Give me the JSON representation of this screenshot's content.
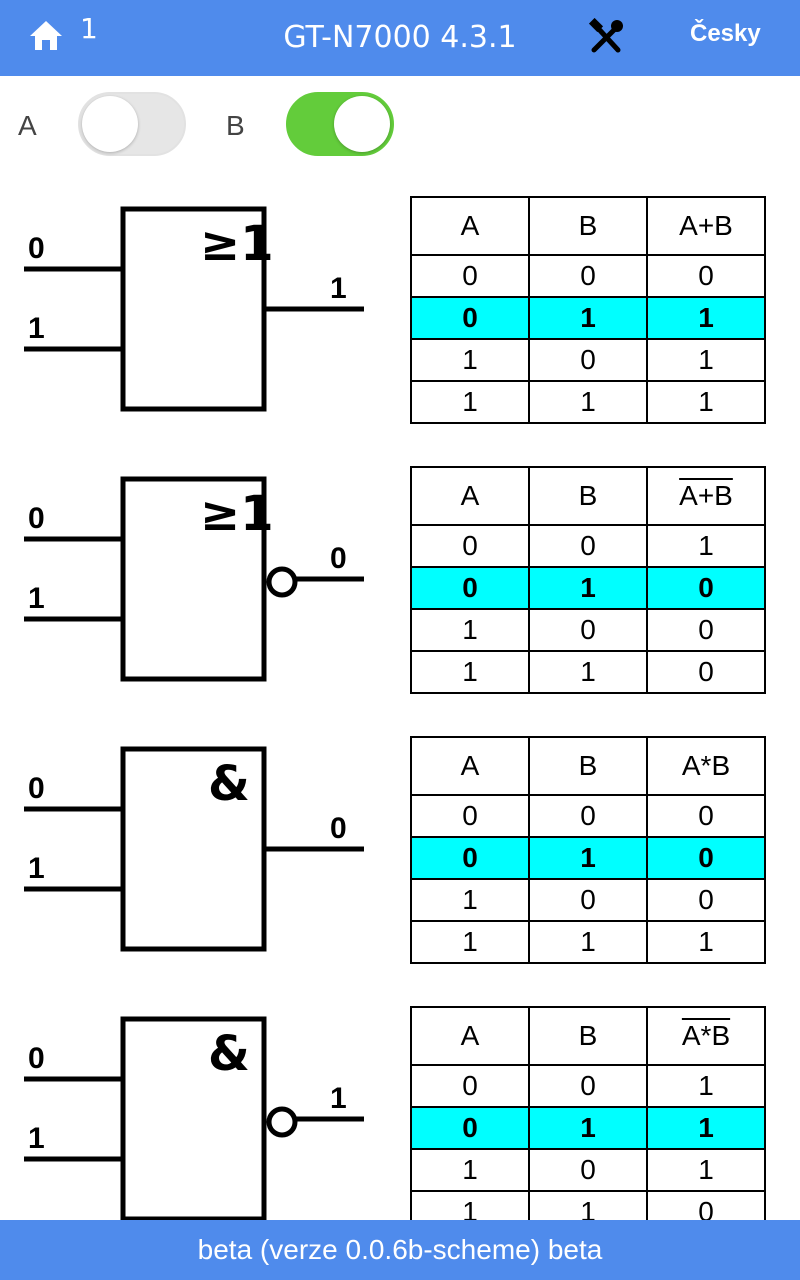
{
  "header": {
    "badge": "1",
    "title": "GT-N7000 4.3.1",
    "language_label": "Česky",
    "home_icon": "home-icon",
    "tools_icon": "tools-icon"
  },
  "toggles": [
    {
      "label": "A",
      "state": "off"
    },
    {
      "label": "B",
      "state": "on"
    }
  ],
  "colors": {
    "header_bg": "#4f8bec",
    "toggle_on": "#63cc3b",
    "highlight_row": "#00ffff"
  },
  "gates": [
    {
      "symbol": "≥1",
      "negated": false,
      "inputs": [
        "0",
        "1"
      ],
      "output": "1",
      "headers": [
        "A",
        "B",
        "A+B"
      ],
      "rows": [
        [
          "0",
          "0",
          "0"
        ],
        [
          "0",
          "1",
          "1"
        ],
        [
          "1",
          "0",
          "1"
        ],
        [
          "1",
          "1",
          "1"
        ]
      ],
      "highlight_row": 1
    },
    {
      "symbol": "≥1",
      "negated": true,
      "inputs": [
        "0",
        "1"
      ],
      "output": "0",
      "headers": [
        "A",
        "B",
        "A+B"
      ],
      "rows": [
        [
          "0",
          "0",
          "1"
        ],
        [
          "0",
          "1",
          "0"
        ],
        [
          "1",
          "0",
          "0"
        ],
        [
          "1",
          "1",
          "0"
        ]
      ],
      "highlight_row": 1
    },
    {
      "symbol": "&",
      "negated": false,
      "inputs": [
        "0",
        "1"
      ],
      "output": "0",
      "headers": [
        "A",
        "B",
        "A*B"
      ],
      "rows": [
        [
          "0",
          "0",
          "0"
        ],
        [
          "0",
          "1",
          "0"
        ],
        [
          "1",
          "0",
          "0"
        ],
        [
          "1",
          "1",
          "1"
        ]
      ],
      "highlight_row": 1
    },
    {
      "symbol": "&",
      "negated": true,
      "inputs": [
        "0",
        "1"
      ],
      "output": "1",
      "headers": [
        "A",
        "B",
        "A*B"
      ],
      "rows": [
        [
          "0",
          "0",
          "1"
        ],
        [
          "0",
          "1",
          "1"
        ],
        [
          "1",
          "0",
          "1"
        ],
        [
          "1",
          "1",
          "0"
        ]
      ],
      "highlight_row": 1
    }
  ],
  "footer": {
    "text": "beta (verze 0.0.6b-scheme) beta"
  }
}
